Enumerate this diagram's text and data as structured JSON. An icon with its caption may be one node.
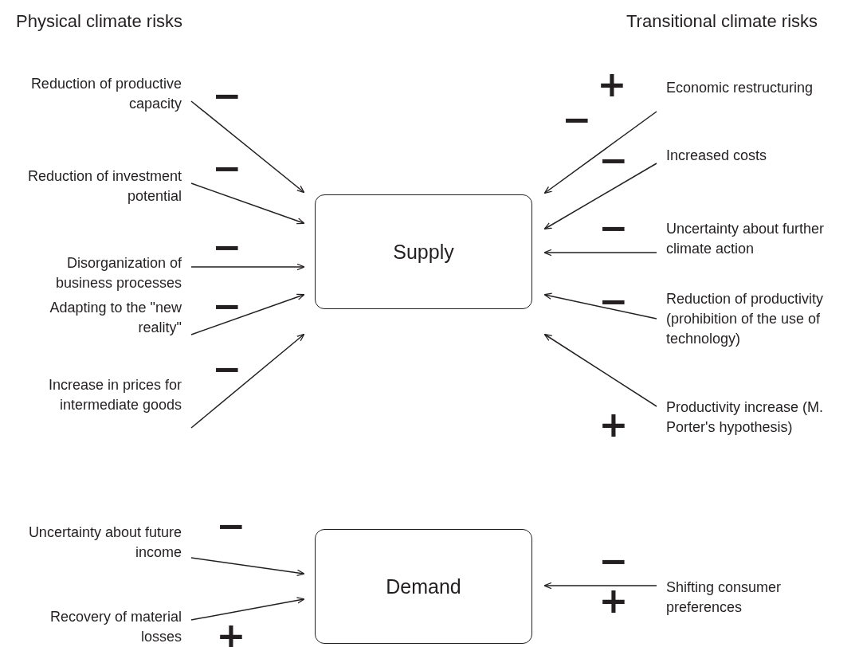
{
  "diagram": {
    "nodes": [
      {
        "text": [
          "Supply"
        ]
      },
      {
        "text": [
          "Demand"
        ]
      },
      {
        "text": [
          "Reduction of productive capacity"
        ],
        "beside": [
          "−"
        ]
      },
      {
        "text": [
          "Reduction of investment potential"
        ],
        "beside": [
          "−"
        ]
      },
      {
        "text": [
          "Disorganization of business processes"
        ],
        "beside": [
          "−"
        ]
      },
      {
        "text": [
          "Adapting to the \"new reality\""
        ],
        "beside": [
          "−"
        ]
      },
      {
        "text": [
          "Increase in prices for intermediate goods"
        ],
        "beside": [
          "−"
        ]
      },
      {
        "text": [
          "Economic restructuring"
        ],
        "beside": [
          "+",
          "−"
        ]
      },
      {
        "text": [
          "Increased costs"
        ],
        "beside": [
          "−"
        ]
      },
      {
        "text": [
          "Uncertainty about further climate action"
        ],
        "beside": [
          "−"
        ]
      },
      {
        "text": [
          "Reduction of productivity (prohibition of the use of technology)"
        ],
        "beside": [
          "−"
        ]
      },
      {
        "text": [
          "Productivity increase (M. Porter's hypothesis)"
        ],
        "beside": [
          "+"
        ]
      },
      {
        "text": [
          "Uncertainty about future income"
        ],
        "beside": [
          "−"
        ]
      },
      {
        "text": [
          "Recovery of material losses"
        ],
        "beside": [
          "+"
        ]
      },
      {
        "text": [
          "Shifting consumer preferences"
        ],
        "beside": [
          "−",
          "+"
        ]
      }
    ],
    "edges": [
      {
        "from": 2,
        "to": 0,
        "arrow": "to"
      },
      {
        "from": 3,
        "to": 0,
        "arrow": "to"
      },
      {
        "from": 4,
        "to": 0,
        "arrow": "to"
      },
      {
        "from": 5,
        "to": 0,
        "arrow": "to"
      },
      {
        "from": 6,
        "to": 0,
        "arrow": "to"
      },
      {
        "from": 7,
        "to": 0,
        "arrow": "to"
      },
      {
        "from": 8,
        "to": 0,
        "arrow": "to"
      },
      {
        "from": 9,
        "to": 0,
        "arrow": "to"
      },
      {
        "from": 10,
        "to": 0,
        "arrow": "to"
      },
      {
        "from": 11,
        "to": 0,
        "arrow": "to"
      },
      {
        "from": 12,
        "to": 1,
        "arrow": "to"
      },
      {
        "from": 13,
        "to": 1,
        "arrow": "to"
      },
      {
        "from": 14,
        "to": 1,
        "arrow": "to"
      }
    ],
    "labels": [
      "Physical climate risks",
      "Transitional climate risks"
    ]
  }
}
